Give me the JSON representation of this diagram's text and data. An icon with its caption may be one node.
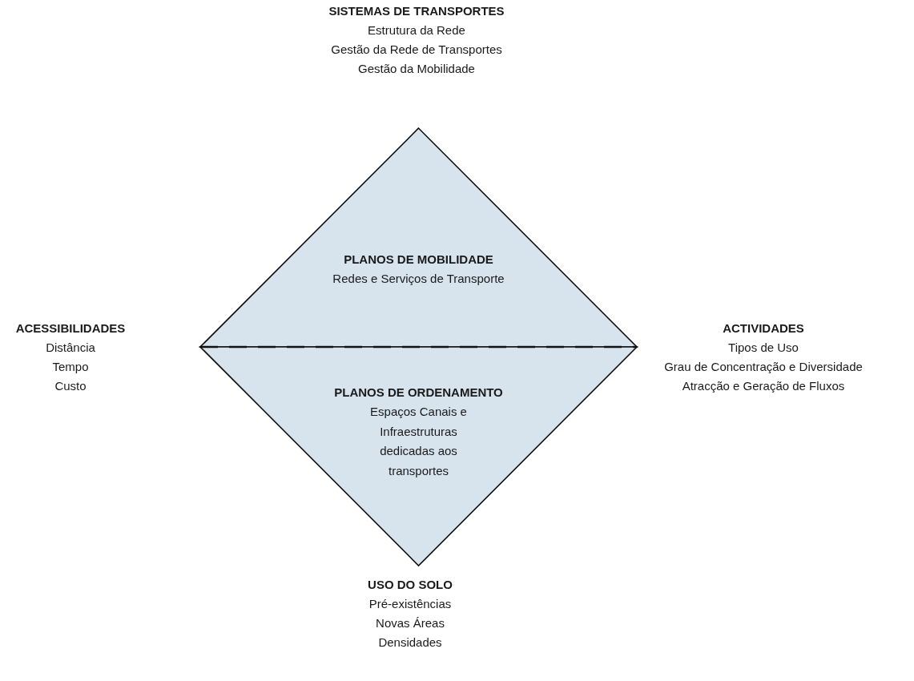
{
  "diagram": {
    "nodes": [
      {
        "text": [
          "PLANOS DE MOBILIDADE",
          "Redes e Serviços de Transporte"
        ]
      },
      {
        "text": [
          "PLANOS DE ORDENAMENTO",
          "Espaços Canais e Infraestruturas dedicadas aos transportes"
        ]
      }
    ],
    "edges": [],
    "labels": [
      "SISTEMAS DE TRANSPORTES",
      "Estrutura da Rede",
      "Gestão da Rede de Transportes",
      "Gestão da Mobilidade",
      "ACESSIBILIDADES",
      "Distância",
      "Tempo",
      "Custo",
      "ACTIVIDADES",
      "Tipos de Uso",
      "Grau de Concentração e Diversidade",
      "Atracção e Geração de Fluxos",
      "USO DO SOLO",
      "Pré-existências",
      "Novas Áreas",
      "Densidades"
    ]
  }
}
